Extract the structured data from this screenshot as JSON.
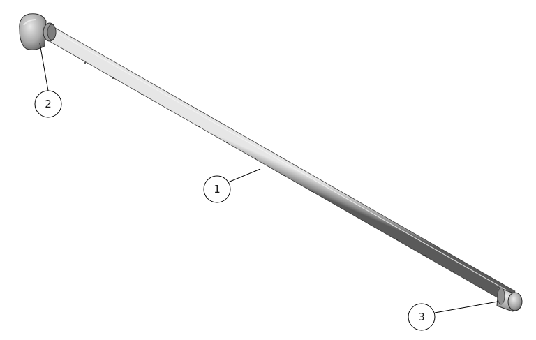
{
  "drawing": {
    "callouts": [
      {
        "number": "1"
      },
      {
        "number": "2"
      },
      {
        "number": "3"
      }
    ],
    "colors": {
      "background": "#ffffff",
      "line": "#000000",
      "pipe_light": "#c8c8c8",
      "pipe_dark": "#6e6e6e"
    }
  }
}
